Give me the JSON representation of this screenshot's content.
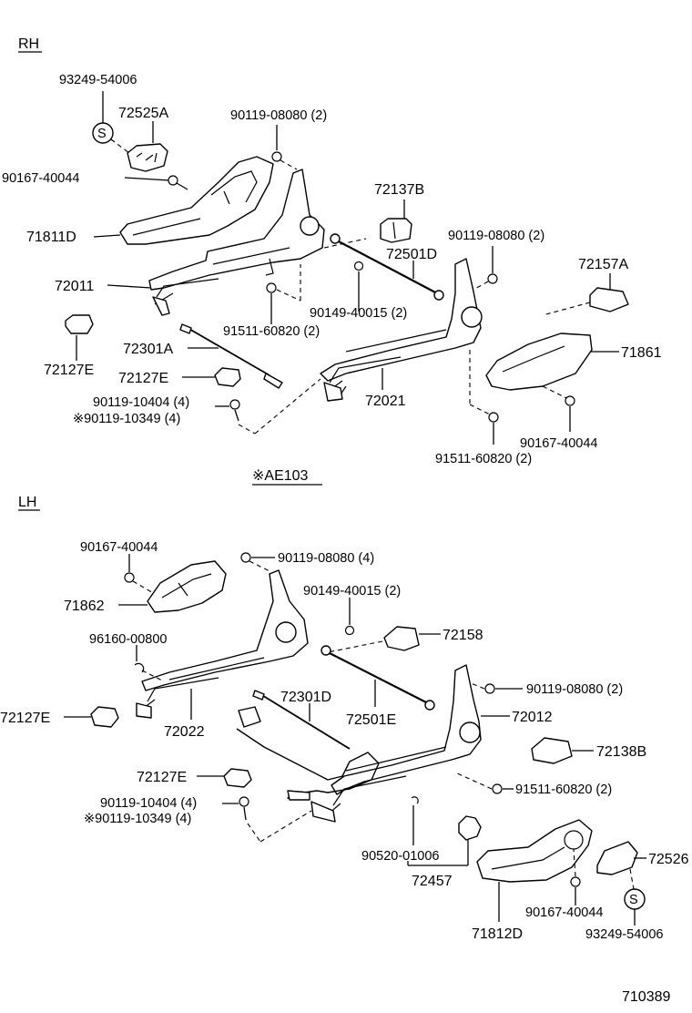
{
  "sections": {
    "rh": "RH",
    "lh": "LH",
    "note": "※AE103",
    "figure_number": "710389"
  },
  "rh_labels": {
    "l1": "93249-54006",
    "l2": "72525A",
    "l3": "90119-08080 (2)",
    "l4": "90167-40044",
    "l5": "72137B",
    "l6": "71811D",
    "l7": "90119-08080 (2)",
    "l8": "72501D",
    "l9": "72157A",
    "l10": "72011",
    "l11": "90149-40015 (2)",
    "l12": "91511-60820 (2)",
    "l13": "72127E",
    "l14": "72301A",
    "l15": "71861",
    "l16": "72127E",
    "l17": "72021",
    "l18": "90119-10404 (4)",
    "l19": "※90119-10349 (4)",
    "l20": "90167-40044",
    "l21": "91511-60820 (2)"
  },
  "lh_labels": {
    "l1": "90167-40044",
    "l2": "90119-08080 (4)",
    "l3": "71862",
    "l4": "90149-40015 (2)",
    "l5": "72158",
    "l6": "96160-00800",
    "l7": "72301D",
    "l8": "90119-08080 (2)",
    "l9": "72127E",
    "l10": "72501E",
    "l11": "72012",
    "l12": "72022",
    "l13": "72138B",
    "l14": "72127E",
    "l15": "91511-60820 (2)",
    "l16": "90119-10404 (4)",
    "l17": "※90119-10349 (4)",
    "l18": "90520-01006",
    "l19": "72526",
    "l20": "72457",
    "l21": "90167-40044",
    "l22": "71812D",
    "l23": "93249-54006"
  },
  "symbols": {
    "s": "S"
  }
}
